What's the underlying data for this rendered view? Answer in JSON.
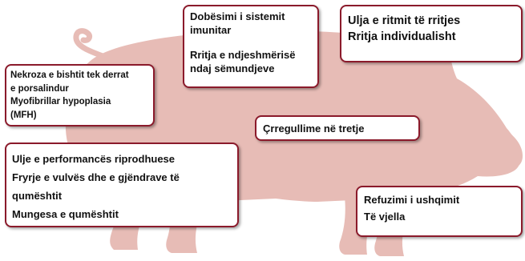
{
  "colors": {
    "pig_fill": "#e7bcb6",
    "border": "#8b1a2b",
    "box_bg": "#ffffff",
    "text": "#111111"
  },
  "boxes": {
    "immune": {
      "lines": [
        "Dobësimi i sistemit",
        "imunitar",
        "Rritja e ndjeshmërisë",
        "ndaj sëmundjeve"
      ]
    },
    "growth": {
      "lines": [
        "Ulja e ritmit të rritjes",
        "Rritja individualisht"
      ]
    },
    "necrosis": {
      "lines": [
        "Nekroza e bishtit tek derrat",
        "e porsalindur",
        "Myofibrillar hypoplasia",
        "(MFH)"
      ]
    },
    "digestion": {
      "lines": [
        "Çrregullime në tretje"
      ]
    },
    "reproduction": {
      "lines": [
        "Ulje e performancës riprodhuese",
        "Fryrje e vulvës dhe e gjëndrave të",
        "qumështit",
        "Mungesa e qumështit"
      ]
    },
    "feed": {
      "lines": [
        "Refuzimi i ushqimit",
        "Të vjella"
      ]
    }
  }
}
